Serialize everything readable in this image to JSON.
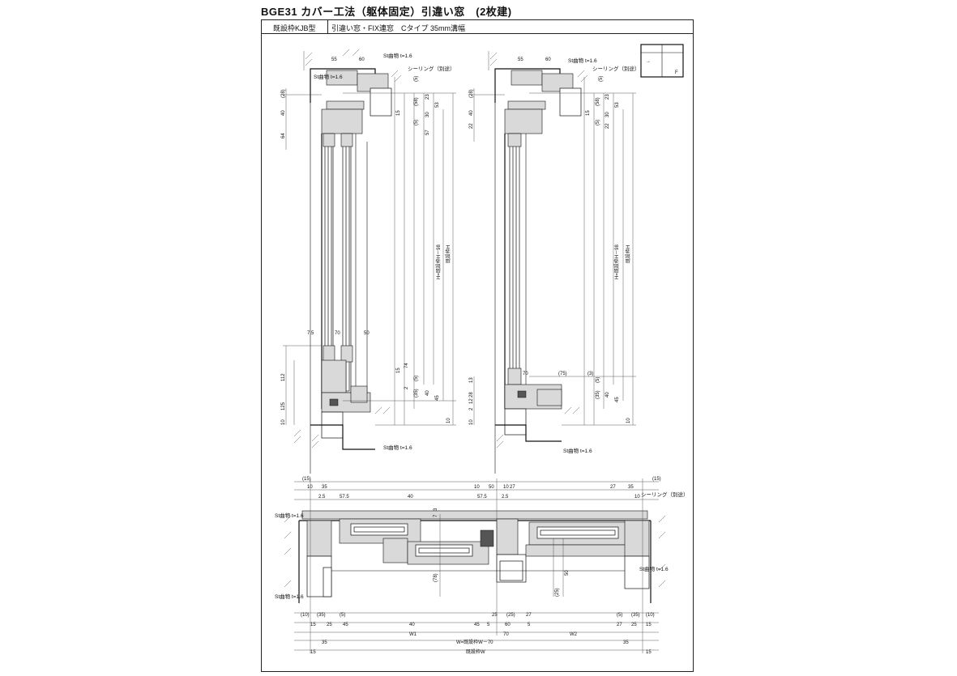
{
  "title": "BGE31 カバー工法（躯体固定）引違い窓　(2枚建)",
  "header": {
    "frame_type": "既設枠KJB型",
    "spec": "引違い窓・FIX連窓　Cタイプ 35mm溝幅"
  },
  "left_section": {
    "top_dims": [
      "55",
      "60"
    ],
    "labels": [
      "St曲物 t=1.6",
      "シーリング（別途）",
      "St曲物 t=1.6",
      "St曲物 t=1.6"
    ],
    "left_dims": [
      "(28)",
      "40",
      "64",
      "112",
      "125",
      "10"
    ],
    "right_dims": [
      "(5)",
      "15",
      "(58)",
      "23",
      "53",
      "30",
      "(5)",
      "57",
      "15",
      "(5)",
      "74",
      "2",
      "(35)",
      "40",
      "45",
      "10"
    ],
    "mid_dims": [
      "7.5",
      "70",
      "50"
    ],
    "vertical_labels": [
      "H=既設枠H－98",
      "既設枠H"
    ]
  },
  "right_section": {
    "top_dims": [
      "55",
      "60"
    ],
    "labels": [
      "St曲物 t=1.6",
      "シーリング（別途）",
      "St曲物 t=1.6"
    ],
    "left_dims": [
      "(28)",
      "40",
      "22",
      "13",
      "12",
      "28",
      "2",
      "10"
    ],
    "right_dims": [
      "(5)",
      "15",
      "(58)",
      "23",
      "53",
      "30",
      "(5)",
      "22",
      "(5)",
      "(35)",
      "40",
      "45",
      "10"
    ],
    "mid_dims": [
      "70",
      "(75)",
      "(3)"
    ],
    "vertical_labels": [
      "H=既設枠H－98",
      "既設枠H"
    ]
  },
  "key_plan": {
    "marks": [
      "→",
      "F"
    ]
  },
  "plan_section": {
    "top_dims_left": [
      "(15)",
      "10",
      "35",
      "2.5",
      "57.5",
      "40"
    ],
    "top_dims_mid": [
      "10",
      "50",
      "10",
      "27",
      "57.5",
      "2.5"
    ],
    "top_dims_right": [
      "27",
      "35",
      "(15)",
      "10"
    ],
    "labels": [
      "シーリング（別途）",
      "St曲物 t=1.6",
      "St曲物 t=1.6",
      "St曲物 t=1.6"
    ],
    "bottom_row1": [
      "(10)",
      "(35)",
      "(5)",
      "25",
      "(25)",
      "27",
      "(5)",
      "(35)",
      "(10)"
    ],
    "bottom_row2": [
      "15",
      "25",
      "45",
      "40",
      "45",
      "5",
      "60",
      "5",
      "27",
      "25",
      "15"
    ],
    "bottom_row3": [
      "W1",
      "70",
      "W2"
    ],
    "overall": [
      "35",
      "W=既設枠W－70",
      "35",
      "15",
      "既設枠W",
      "15"
    ],
    "right_dims": [
      "(25)",
      "50",
      "(78)",
      "7",
      "3"
    ]
  }
}
